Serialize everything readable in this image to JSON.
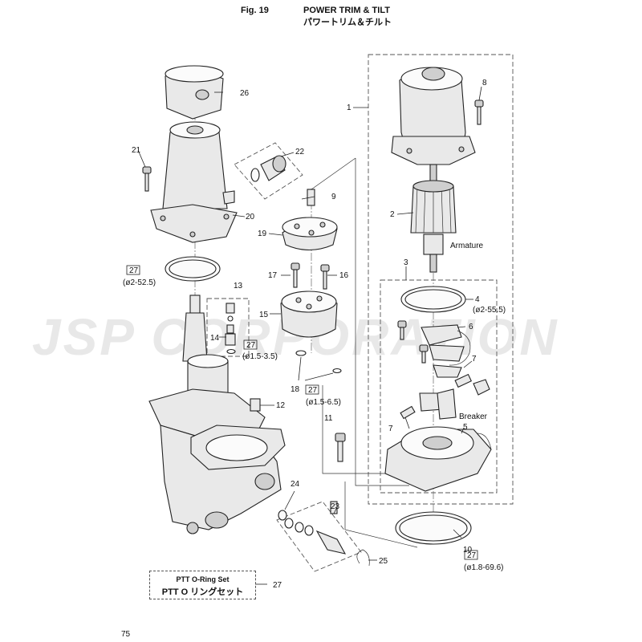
{
  "header": {
    "fig": "Fig. 19",
    "title_en": "POWER TRIM & TILT",
    "title_jp": "パワートリム＆チルト"
  },
  "watermark": "JSP CORPORATION",
  "callouts": {
    "c1": "1",
    "c2": "2",
    "c3": "3",
    "c4": "4",
    "c5": "5",
    "c6": "6",
    "c7a": "7",
    "c7b": "7",
    "c8": "8",
    "c9": "9",
    "c10": "10",
    "c11": "11",
    "c12": "12",
    "c13": "13",
    "c14": "14",
    "c15": "15",
    "c16": "16",
    "c17": "17",
    "c18": "18",
    "c19": "19",
    "c20": "20",
    "c21": "21",
    "c22": "22",
    "c23": "23",
    "c24": "24",
    "c25": "25",
    "c26": "26",
    "c27": "27"
  },
  "ring_refs": [
    {
      "box": "27",
      "spec": "(ø2-52.5)"
    },
    {
      "box": "27",
      "spec": "(ø1.5-3.5)"
    },
    {
      "box": "27",
      "spec": "(ø1.5-6.5)"
    },
    {
      "box": "27",
      "spec": "(ø1.8-69.6)"
    }
  ],
  "spec4": "(ø2-55.5)",
  "labels": {
    "armature": "Armature",
    "breaker": "Breaker"
  },
  "oring_set": {
    "en": "PTT O-Ring Set",
    "jp": "PTT O リングセット",
    "ref": "27"
  },
  "page_number": "75"
}
